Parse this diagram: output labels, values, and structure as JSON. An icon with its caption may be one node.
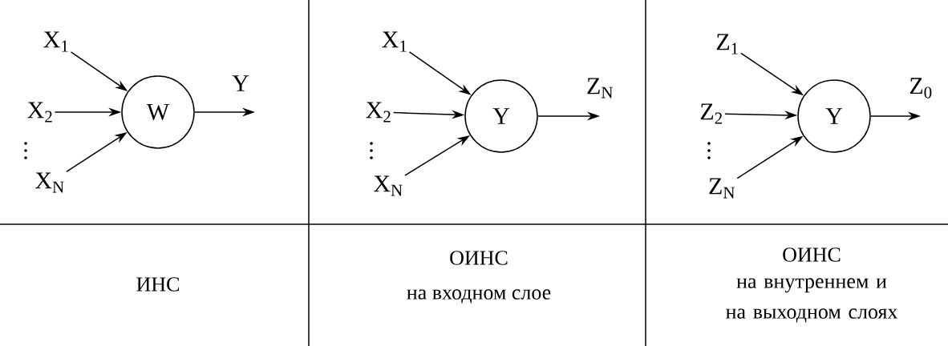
{
  "diagram": {
    "nodes": [
      {
        "text": [
          "X$_{1}$"
        ]
      },
      {
        "text": [
          "X$_{2}$"
        ]
      },
      {
        "text": [
          "X$_{N}$"
        ]
      },
      {
        "text": [
          "W"
        ]
      },
      {
        "text": [
          "X$_{1}$"
        ]
      },
      {
        "text": [
          "X$_{2}$"
        ]
      },
      {
        "text": [
          "X$_{N}$"
        ]
      },
      {
        "text": [
          "Y"
        ]
      },
      {
        "text": [
          "Z$_{1}$"
        ]
      },
      {
        "text": [
          "Z$_{2}$"
        ]
      },
      {
        "text": [
          "Z$_{N}$"
        ]
      },
      {
        "text": [
          "Y"
        ]
      }
    ],
    "edges": [
      {
        "from": 0,
        "to": 3,
        "arrow": "to"
      },
      {
        "from": 1,
        "to": 3,
        "arrow": "to"
      },
      {
        "from": 2,
        "to": 3,
        "arrow": "to"
      },
      {
        "from": 3,
        "to": null,
        "arrow": "to",
        "label": "Y"
      },
      {
        "from": 4,
        "to": 7,
        "arrow": "to"
      },
      {
        "from": 5,
        "to": 7,
        "arrow": "to"
      },
      {
        "from": 6,
        "to": 7,
        "arrow": "to"
      },
      {
        "from": 7,
        "to": null,
        "arrow": "to",
        "label": "Z$_{N}$"
      },
      {
        "from": 8,
        "to": 11,
        "arrow": "to"
      },
      {
        "from": 9,
        "to": 11,
        "arrow": "to"
      },
      {
        "from": 10,
        "to": 11,
        "arrow": "to"
      },
      {
        "from": 11,
        "to": null,
        "arrow": "to",
        "label": "Z$_{0}$"
      }
    ],
    "labels": [
      "ИНС",
      "ОИНС",
      "на входном слое",
      "ОИНС",
      "на внутреннем и на выходном слоях"
    ]
  }
}
